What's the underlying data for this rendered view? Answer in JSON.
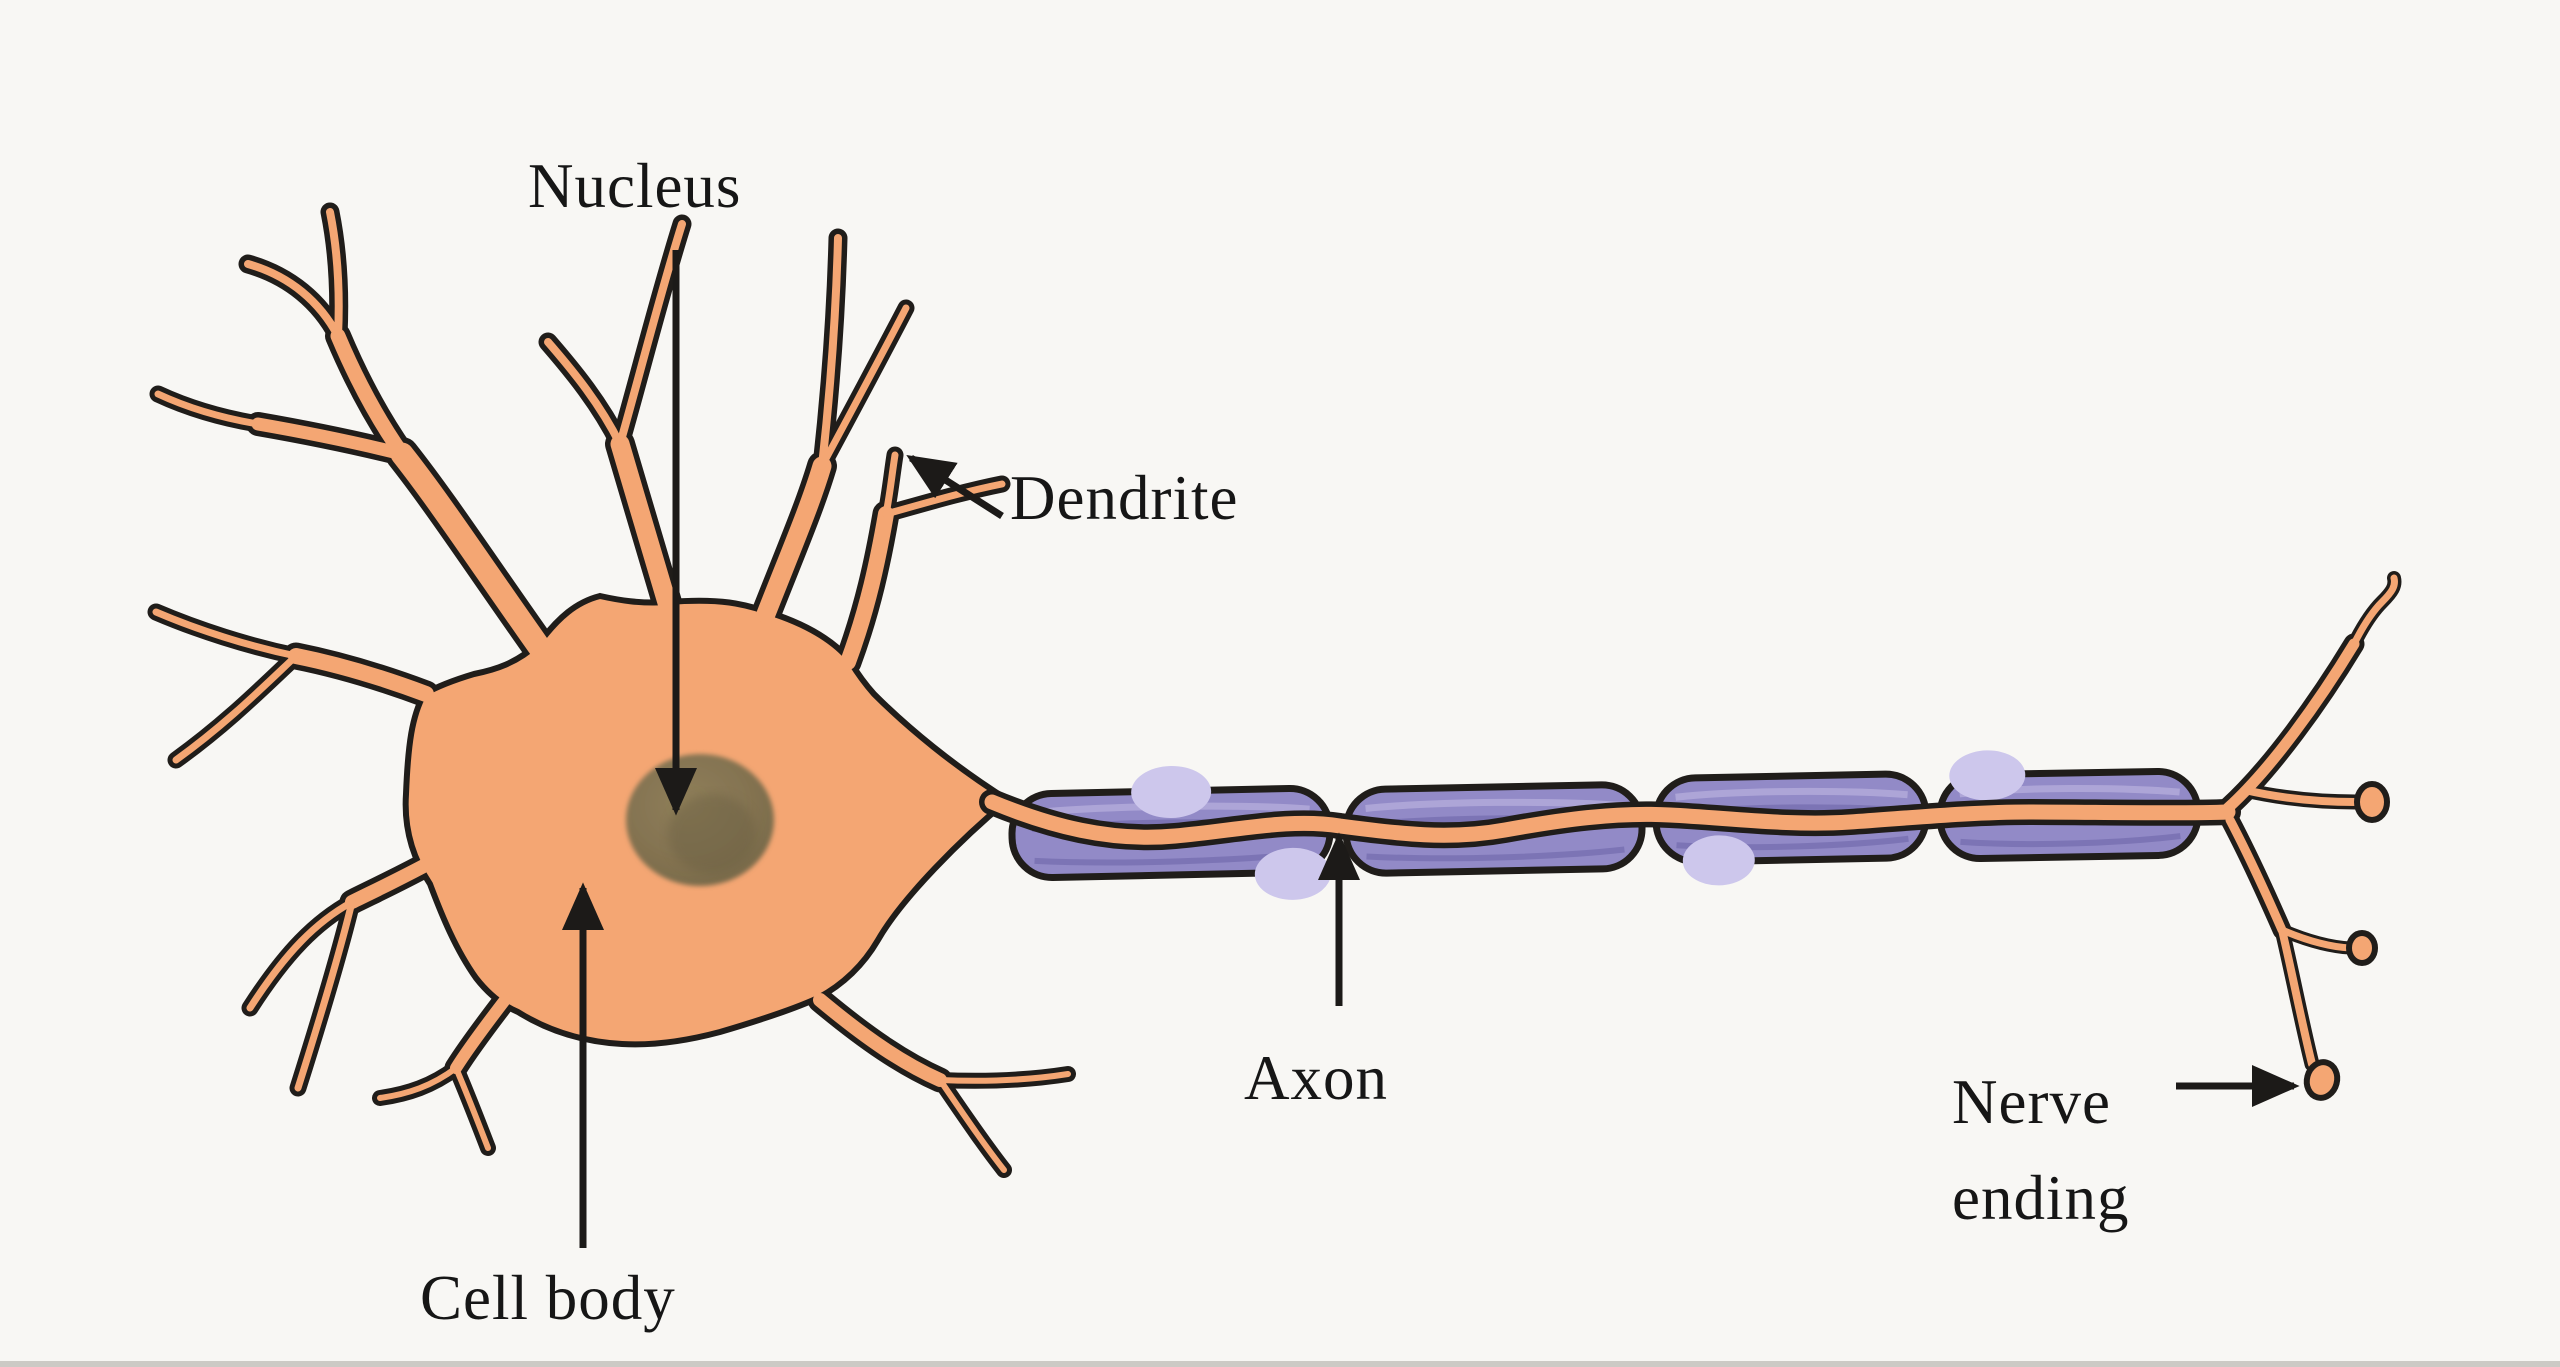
{
  "diagram": {
    "figure_name": "neuron-structure-diagram",
    "background_color": "#f8f7f4",
    "labels": {
      "nucleus": "Nucleus",
      "dendrite": "Dendrite",
      "axon": "Axon",
      "cell_body": "Cell body",
      "nerve_ending": {
        "line1": "Nerve",
        "line2": "ending"
      }
    },
    "colors": {
      "cell_fill": "#f4a673",
      "outline": "#201d1a",
      "myelin_fill": "#928ac7",
      "myelin_streak_dark": "#6a63a6",
      "myelin_streak_light": "#b9b1de",
      "schwann_blob": "#cdc7ec",
      "nucleus_fill": "#857551",
      "label_text": "#161616",
      "arrow_color": "#1c1a18"
    }
  }
}
